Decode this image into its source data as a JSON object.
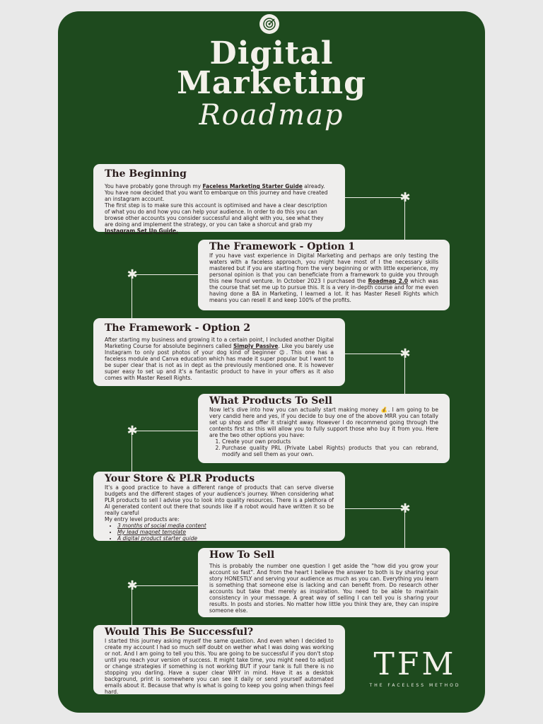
{
  "header": {
    "title_line1": "Digital",
    "title_line2": "Marketing",
    "script_word": "Roadmap"
  },
  "icons": {
    "top_logo": "target-icon",
    "connector": "asterisk-icon"
  },
  "colors": {
    "poster_bg": "#1e4a1e",
    "card_bg": "#efeeed",
    "text_light": "#f3f1ea",
    "page_bg": "#e9e9e9"
  },
  "sections": [
    {
      "title": "The Beginning",
      "body_before_link1": "You have probably gone through my ",
      "link1": "Faceless Marketing Starter Guide",
      "body_after_link1": " already. You have now decided that you want to embarque on this journey and have created an instagram account.",
      "body2": "The first step is to make sure this account is optimised and have a clear description of what you do and how you can help your audience. In order to do this you can browse other accounts you consider successful and alight with you, see what they are doing and implement the strategy, or you can take a shorcut and grab my ",
      "link2": "Instagram Set Up Guide."
    },
    {
      "title": "The Framework - Option 1",
      "body_before_link": "If you have vast experience in Digital Marketing and perhaps are only testing the waters with a faceless approach, you might have most of I the necessary skills mastered but if you are starting from the very beginning or with little experience, my personal opinion is that you can beneficiate from a framework to guide you through this new found venture. In October 2023 I purchased the ",
      "link": "Roadmap 2.0",
      "body_after_link": " which was the course that set me up to pursue this. It is a very in-depth course and for me even having done a BA in Marketing, I learned a lot. It has Master Resell Rights which means you can resell it and keep 100% of the profits."
    },
    {
      "title": "The Framework - Option 2",
      "body_before_link": "After starting my business and growing it to a certain point, I included another Digital Marketing Course for absolute beginners called ",
      "link": "Simply Passive",
      "body_after_link": ". Like you barely use Instagram to only post photos of your dog kind of beginner 😉. This one has a faceless module and Canva education which has made it super popular but I want to be super clear that is not as in dept as the previously mentioned one. It is however super easy to set up and it's a fantastic product to have in your offers as it also comes with Master Resell Rights."
    },
    {
      "title": "What Products To Sell",
      "body": "Now let's dive into how you can actually start making money 💰. I am going to be very candid here and yes, if you decide to buy one of the above MRR you can totally set up shop and offer it straight away. However I do recommend going through the contents first as this will allow you to fully support those who buy it from you. Here are the two other options you have:",
      "list": [
        "Create your own products",
        "Purchase quality PRL (Private Label Rights) products that you can rebrand, modify and sell them as your own."
      ]
    },
    {
      "title": "Your Store & PLR Products",
      "body": "It's a good practice to have a different range of products that can serve diverse budgets and the different stages of your audience's journey. When considering what PLR products to sell I advise you to look into quality resources. There is a plethora of AI generated content out there that sounds like if a robot would have written it so be really careful",
      "body2": "My entry level products are:",
      "list": [
        "3 months of social media content",
        "My lead magnet template",
        "A digital product starter guide"
      ]
    },
    {
      "title": "How To Sell",
      "body": "This is probably the number one question I get aside the \"how did you grow your account so fast\". And from the heart I believe the answer to both is by sharing your story HONESTLY and serving your audience as much as you can. Everything you learn is something that someone else is lacking and can benefit from. Do research other accounts but take that merely as inspiration. You need to be able to maintain consistency in your message. A great way of selling I can tell you is sharing your results. In posts and stories. No matter how little you think they are, they can inspire someone else."
    },
    {
      "title": "Would This Be Successful?",
      "body": "I started this journey asking myself the same question. And even when I decided to create my account I had so much self doubt on wether what I was doing was working or not. And I am going to tell you this. You are going to be successful if you don't stop until you reach your version of success. It might take time, you might need to adjust or change strategies if something is not working BUT if your tank is full there is no stopping you darling. Have a super clear WHY in mind. Have it as a desktok background, print is somewhere you can see it daily or send yourself automated emails about it. Because that why is what is going to keep you going when things feel hard."
    }
  ],
  "brand": {
    "mark": "TFM",
    "tagline": "THE FACELESS METHOD"
  }
}
